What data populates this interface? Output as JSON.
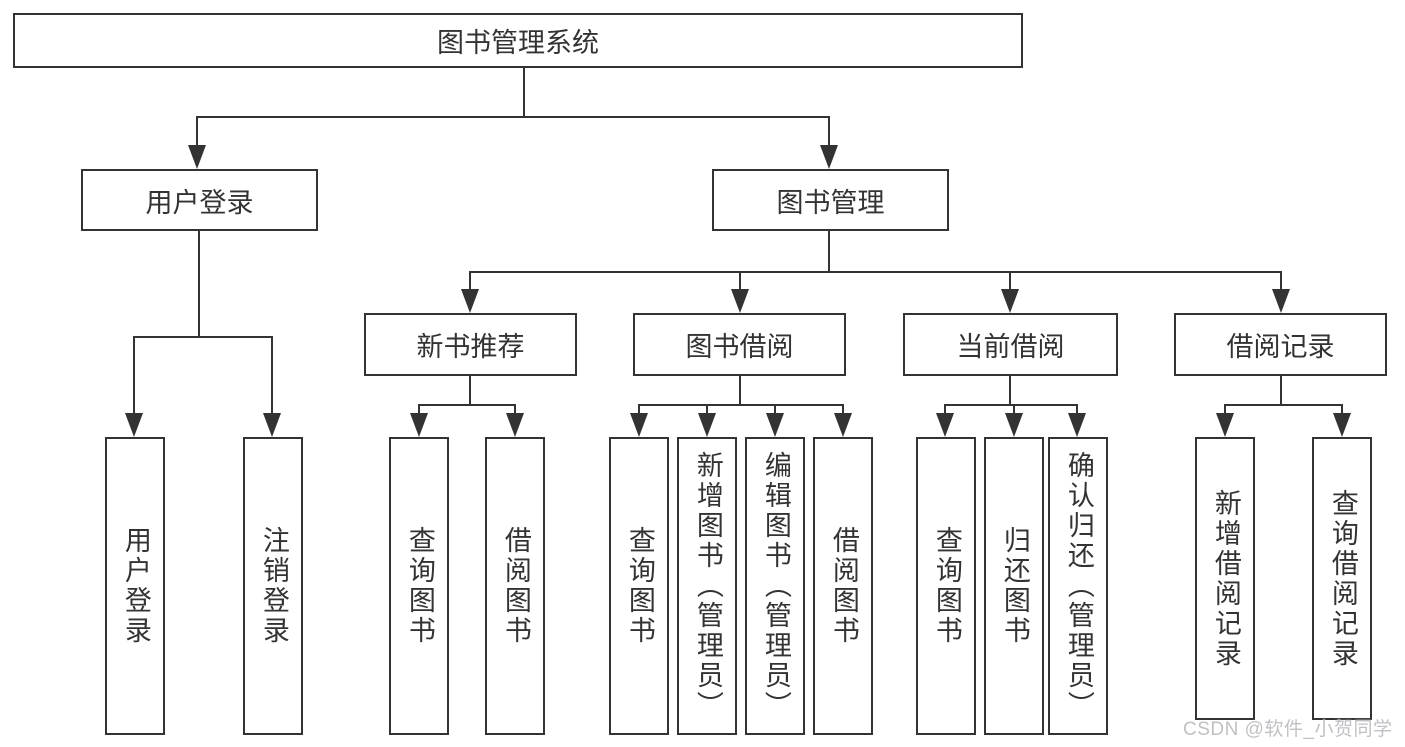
{
  "nodes": {
    "root": "图书管理系统",
    "userLogin": "用户登录",
    "bookMgmt": "图书管理",
    "l3": [
      "新书推荐",
      "图书借阅",
      "当前借阅",
      "借阅记录"
    ],
    "leavesUser": [
      "用户登录",
      "注销登录"
    ],
    "leavesNew": [
      "查询图书",
      "借阅图书"
    ],
    "leavesBorrow": [
      "查询图书",
      "新增图书（管理员）",
      "编辑图书（管理员）",
      "借阅图书"
    ],
    "leavesCurrent": [
      "查询图书",
      "归还图书",
      "确认归还（管理员）"
    ],
    "leavesRecord": [
      "新增借阅记录",
      "查询借阅记录"
    ]
  },
  "watermark": "CSDN @软件_小贺同学",
  "colors": {
    "line": "#333333",
    "text": "#333333",
    "background": "#ffffff",
    "watermark": "#bfc1c4"
  }
}
